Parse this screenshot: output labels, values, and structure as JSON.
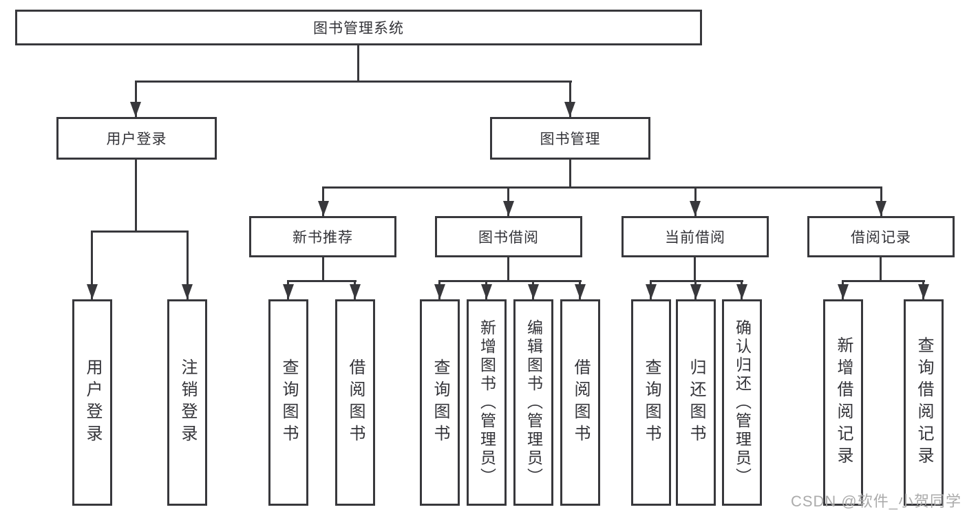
{
  "diagram": {
    "root_label": "图书管理系统",
    "level2": {
      "user_login": "用户登录",
      "book_management": "图书管理"
    },
    "level3": {
      "new_book_recommend": "新书推荐",
      "book_borrow": "图书借阅",
      "current_borrow": "当前借阅",
      "borrow_records": "借阅记录"
    },
    "leaves": {
      "user_login_leaf": "用户登录",
      "logout": "注销登录",
      "nbr_query_books": "查询图书",
      "nbr_borrow_books": "借阅图书",
      "bb_query_books": "查询图书",
      "bb_add_books_admin": "新增图书（管理员）",
      "bb_edit_books_admin": "编辑图书（管理员）",
      "bb_borrow_books": "借阅图书",
      "cb_query_books": "查询图书",
      "cb_return_books": "归还图书",
      "cb_confirm_return_admin": "确认归还（管理员）",
      "br_add_record": "新增借阅记录",
      "br_query_record": "查询借阅记录"
    }
  },
  "watermark": "CSDN @软件_小贺同学",
  "colors": {
    "line": "#38383c",
    "text": "#333338",
    "watermark": "#ababab",
    "background": "#ffffff"
  }
}
